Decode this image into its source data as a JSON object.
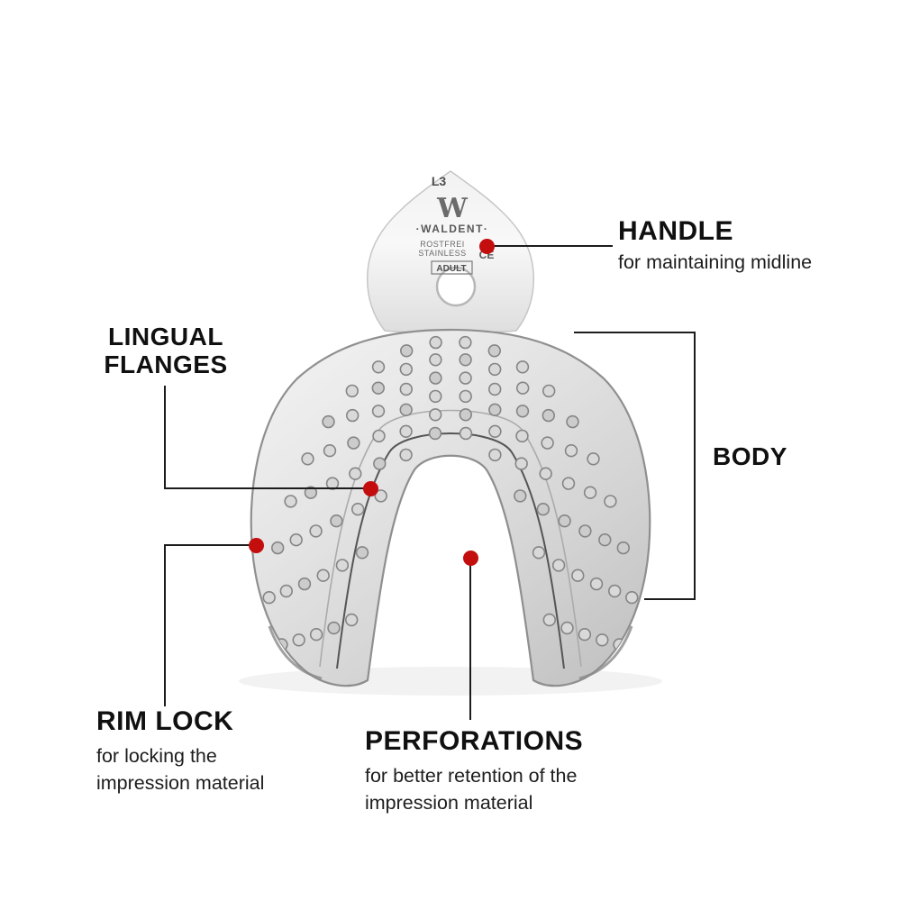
{
  "annotations": {
    "handle": {
      "title": "HANDLE",
      "subtitle": "for maintaining midline"
    },
    "lingual_flanges": {
      "title_line1": "LINGUAL",
      "title_line2": "FLANGES"
    },
    "body": {
      "title": "BODY"
    },
    "rim_lock": {
      "title": "RIM LOCK",
      "subtitle_line1": "for locking the",
      "subtitle_line2": "impression material"
    },
    "perforations": {
      "title": "PERFORATIONS",
      "subtitle_line1": "for better retention of the",
      "subtitle_line2": "impression material"
    }
  },
  "tray": {
    "engravings": {
      "size_code": "L3",
      "logo_letter": "W",
      "brand": "·WALDENT·",
      "material_line1": "ROSTFREI",
      "material_line2": "STAINLESS",
      "ce_mark": "CE",
      "patient_type": "ADULT"
    }
  },
  "colors": {
    "marker_red": "#c40d0d",
    "annotation_line": "#1c1c1c",
    "label_text": "#111111"
  }
}
